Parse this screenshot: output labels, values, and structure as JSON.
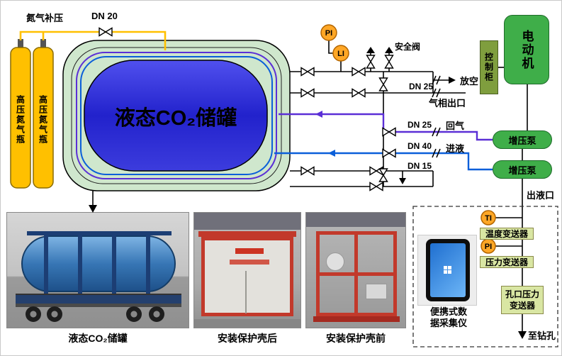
{
  "schematic": {
    "n2_supply": "氮气补压",
    "dn20": "DN 20",
    "cylinder1": "高压氮气瓶",
    "cylinder2": "高压氮气瓶",
    "tank": "液态CO₂储罐",
    "pi": "PI",
    "li": "LI",
    "safety_valve": "安全阀",
    "vent": "放空",
    "dn25_gas": "DN 25",
    "gas_outlet": "气相出口",
    "dn25_return": "DN 25",
    "gas_return": "回气",
    "dn40": "DN 40",
    "liquid_in": "进液",
    "dn15": "DN 15",
    "liquid_out": "出液口",
    "control_cabinet": "控制柜",
    "motor": "电动机",
    "pump1": "增压泵",
    "pump2": "增压泵",
    "ti": "TI",
    "pi2": "PI",
    "temp_transmitter": "温度变送器",
    "pressure_transmitter": "压力变送器",
    "orifice_transmitter": "孔口压力变送器",
    "daq": "便携式数据采集仪",
    "to_borehole": "至钻孔"
  },
  "captions": {
    "photo_tank": "液态CO₂储罐",
    "photo_after": "安装保护壳后",
    "photo_before": "安装保护壳前"
  },
  "colors": {
    "pipe_nitrogen": "#FFC000",
    "pipe_liquid": "#0B5FD9",
    "pipe_gas_return": "#5B2FD6",
    "tank_fill": "#2B2BD5",
    "jacket_fill": "#CFE7CD",
    "equipment_green": "#3FAE49",
    "indicator_orange": "#FFA726"
  }
}
